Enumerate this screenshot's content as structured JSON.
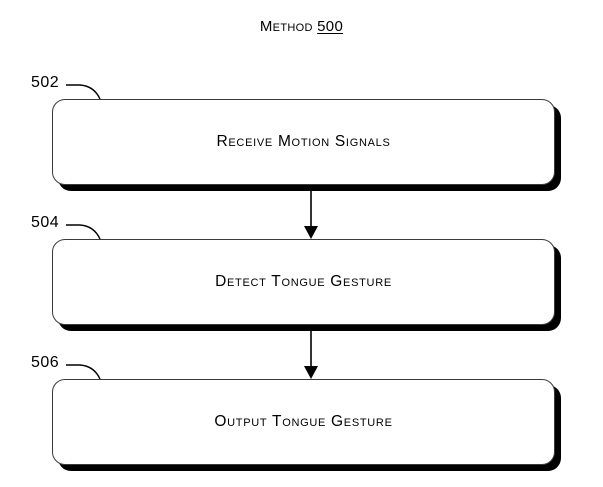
{
  "figure": {
    "title_word": "Method",
    "title_number": "500",
    "background_color": "#ffffff",
    "line_color": "#000000",
    "box_fill": "#ffffff",
    "box_border_color": "#3a3a3a",
    "shadow_color": "#000000"
  },
  "steps": [
    {
      "ref": "502",
      "label": "Receive Motion Signals"
    },
    {
      "ref": "504",
      "label": "Detect Tongue Gesture"
    },
    {
      "ref": "506",
      "label": "Output Tongue Gesture"
    }
  ],
  "connectors": [
    {
      "from": "502",
      "to": "504",
      "type": "arrow-down"
    },
    {
      "from": "504",
      "to": "506",
      "type": "arrow-down"
    }
  ]
}
